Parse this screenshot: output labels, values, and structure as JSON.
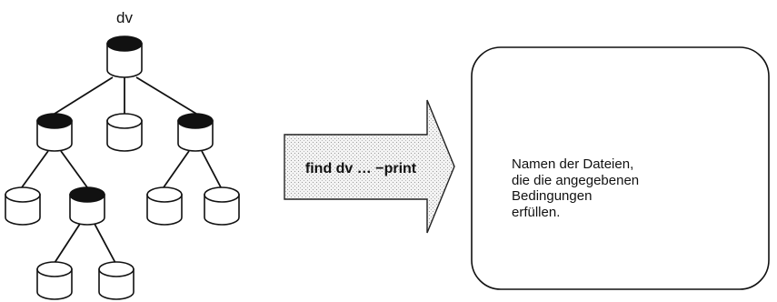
{
  "tree": {
    "root_label": "dv",
    "nodes": [
      {
        "id": "root",
        "type": "directory"
      },
      {
        "id": "dir-left",
        "type": "directory",
        "parent": "root"
      },
      {
        "id": "file-mid",
        "type": "file",
        "parent": "root"
      },
      {
        "id": "dir-right",
        "type": "directory",
        "parent": "root"
      },
      {
        "id": "file-left-a",
        "type": "file",
        "parent": "dir-left"
      },
      {
        "id": "dir-left-sub",
        "type": "directory",
        "parent": "dir-left"
      },
      {
        "id": "file-right-a",
        "type": "file",
        "parent": "dir-right"
      },
      {
        "id": "file-right-b",
        "type": "file",
        "parent": "dir-right"
      },
      {
        "id": "file-sub-a",
        "type": "file",
        "parent": "dir-left-sub"
      },
      {
        "id": "file-sub-b",
        "type": "file",
        "parent": "dir-left-sub"
      }
    ]
  },
  "arrow": {
    "command": "find dv … −print"
  },
  "result": {
    "lines": [
      "Namen der Dateien,",
      "die die angegebenen",
      "Bedingungen",
      "erfüllen."
    ]
  }
}
